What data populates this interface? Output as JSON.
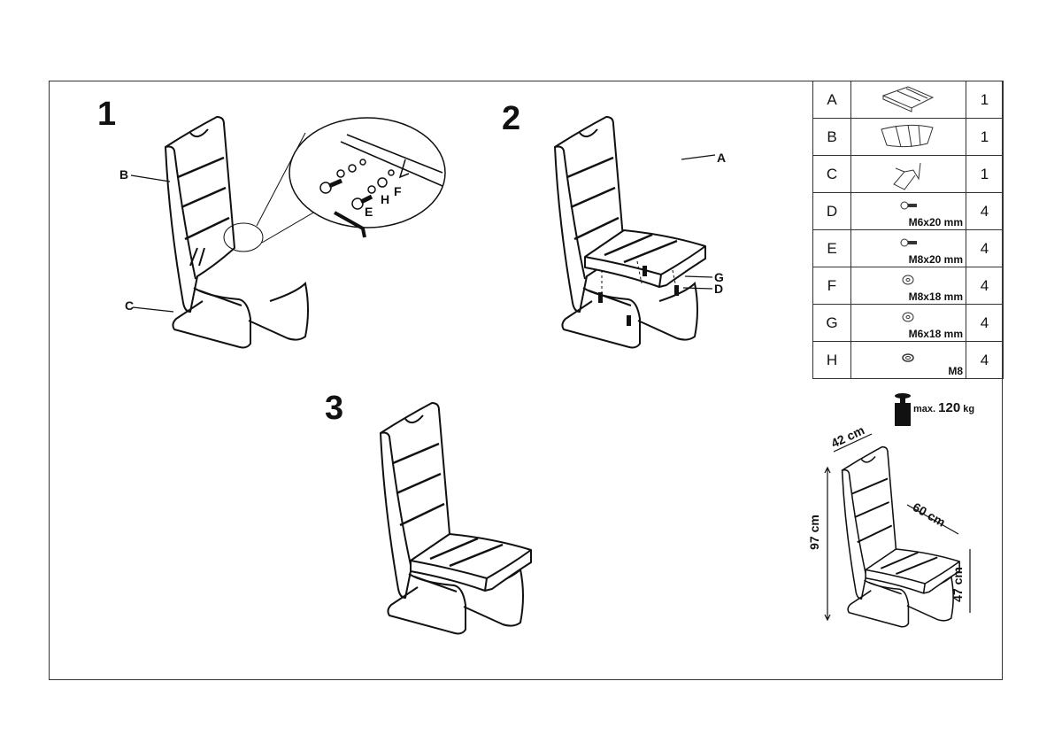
{
  "steps": [
    "1",
    "2",
    "3"
  ],
  "step1_labels": {
    "B": "B",
    "C": "C",
    "E": "E",
    "H": "H",
    "F": "F"
  },
  "step2_labels": {
    "A": "A",
    "G": "G",
    "D": "D"
  },
  "parts": [
    {
      "letter": "A",
      "spec": "",
      "qty": "1",
      "icon": "seat-icon"
    },
    {
      "letter": "B",
      "spec": "",
      "qty": "1",
      "icon": "backrest-icon"
    },
    {
      "letter": "C",
      "spec": "",
      "qty": "1",
      "icon": "frame-icon"
    },
    {
      "letter": "D",
      "spec": "M6x20 mm",
      "qty": "4",
      "icon": "bolt-icon"
    },
    {
      "letter": "E",
      "spec": "M8x20 mm",
      "qty": "4",
      "icon": "bolt-icon"
    },
    {
      "letter": "F",
      "spec": "M8x18 mm",
      "qty": "4",
      "icon": "washer-icon"
    },
    {
      "letter": "G",
      "spec": "M6x18 mm",
      "qty": "4",
      "icon": "washer-icon"
    },
    {
      "letter": "H",
      "spec": "M8",
      "qty": "4",
      "icon": "spring-washer-icon"
    }
  ],
  "max_load": {
    "prefix": "max.",
    "value": "120",
    "unit": "kg"
  },
  "dimensions": {
    "width": "42 cm",
    "depth": "60 cm",
    "height": "97 cm",
    "seat_height": "47 cm"
  }
}
